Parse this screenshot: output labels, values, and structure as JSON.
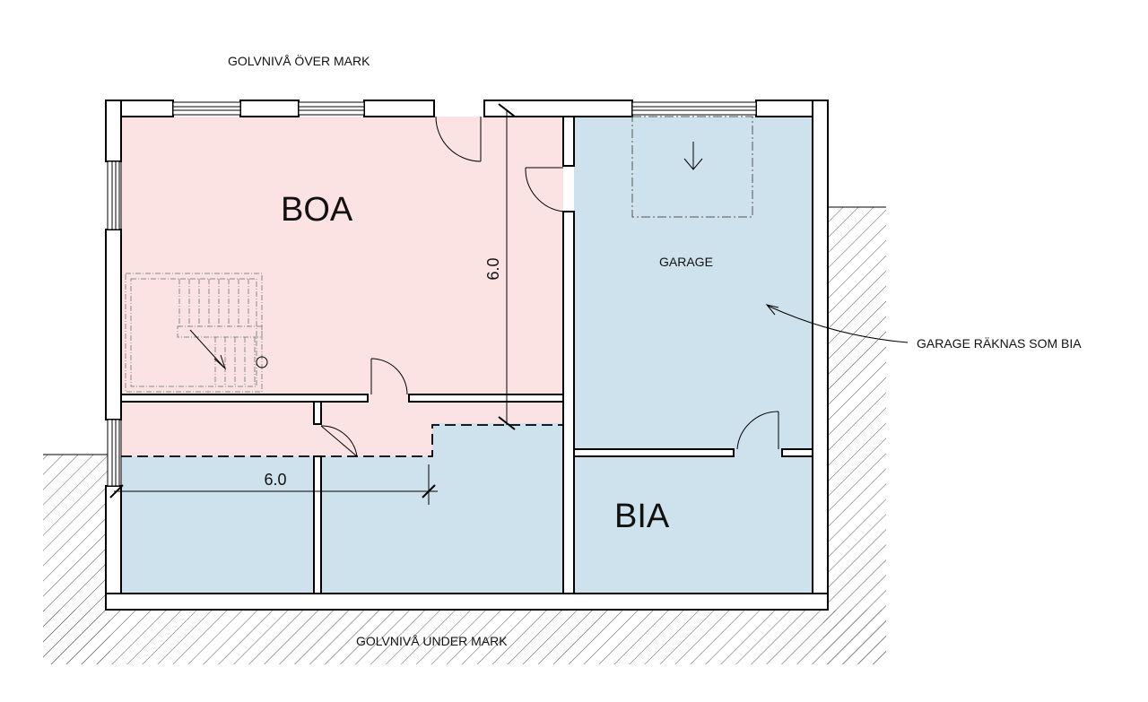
{
  "labels": {
    "floor_above": "GOLVNIVÅ ÖVER MARK",
    "floor_below": "GOLVNIVÅ UNDER MARK",
    "boa": "BOA",
    "bia": "BIA",
    "garage": "GARAGE",
    "garage_note": "GARAGE RÄKNAS SOM BIA",
    "dim_vertical": "6.0",
    "dim_horizontal": "6.0"
  },
  "colors": {
    "boa_fill": "#fbe3e3",
    "bia_fill": "#cde2ec",
    "wall": "#000000",
    "hatch": "#555555"
  }
}
